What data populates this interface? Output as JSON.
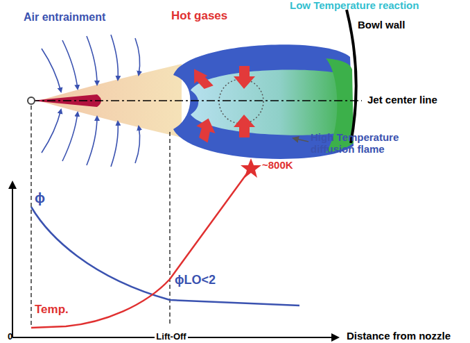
{
  "diagram": {
    "labels": [
      "Air entrainment",
      "Hot gases",
      "Low Temperature reaction",
      "Bowl wall",
      "Jet center line",
      "High Temperature diffusion flame",
      "~800K",
      "ϕ",
      "Temp.",
      "ϕLO<2",
      "0",
      "Lift-Off",
      "Distance from nozzle"
    ]
  }
}
